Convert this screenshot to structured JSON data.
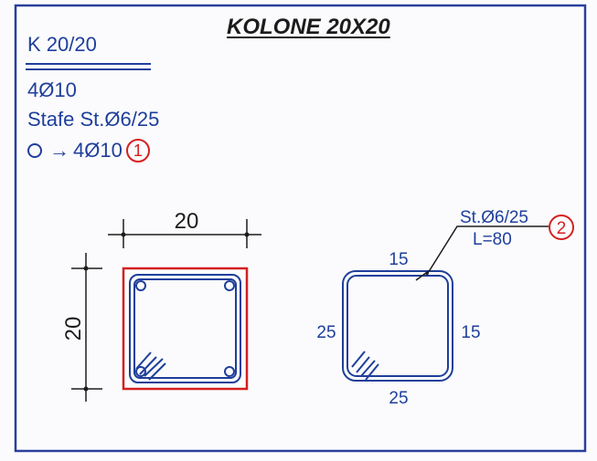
{
  "title": "KOLONE 20X20",
  "column_label": "K 20/20",
  "reinforcement": {
    "bars": "4Ø10",
    "stirrups": "Stafe St.Ø6/25",
    "legend_arrow": "→",
    "legend_bars": "4Ø10",
    "marker_1": "1"
  },
  "section": {
    "width_dim": "20",
    "height_dim": "20"
  },
  "stirrup_detail": {
    "label": "St.Ø6/25",
    "length": "L=80",
    "marker_2": "2",
    "top_len": "15",
    "right_len": "15",
    "left_len": "25",
    "bottom_len": "25"
  },
  "colors": {
    "line_blue": "#1e3f9a",
    "highlight_red": "#d42020",
    "frame_blue": "#2a3f9e",
    "dim_black": "#1c1c1c"
  }
}
